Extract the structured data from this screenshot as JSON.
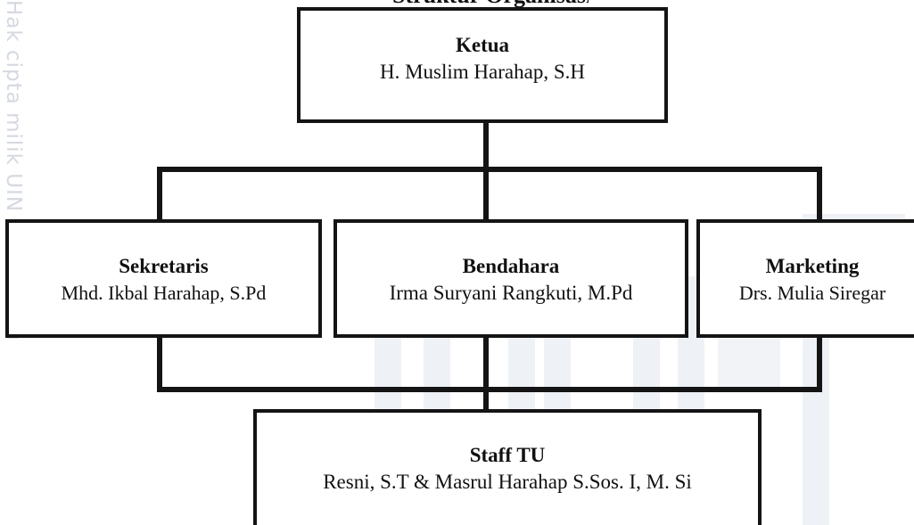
{
  "diagram": {
    "top_title": "Struktur Organisasi",
    "watermark": "Hak cipta milik UIN Suska Riau",
    "nodes": {
      "ketua": {
        "role": "Ketua",
        "person": "H. Muslim Harahap, S.H"
      },
      "sekretaris": {
        "role": "Sekretaris",
        "person": "Mhd. Ikbal Harahap, S.Pd"
      },
      "bendahara": {
        "role": "Bendahara",
        "person": "Irma Suryani Rangkuti, M.Pd"
      },
      "marketing": {
        "role": "Marketing",
        "person": "Drs. Mulia Siregar"
      },
      "staff_tu": {
        "role": "Staff TU",
        "person": "Resni, S.T & Masrul Harahap S.Sos. I, M. Si"
      }
    },
    "colors": {
      "line": "#141414",
      "watermark": "#d4d9e1"
    }
  }
}
